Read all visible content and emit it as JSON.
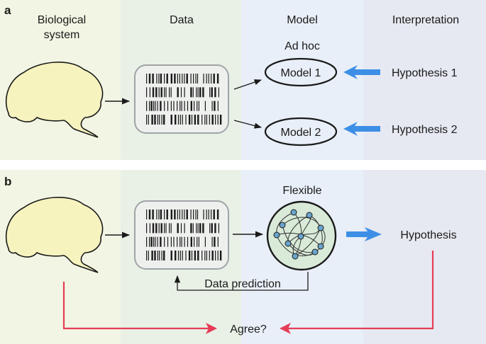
{
  "colors": {
    "bg_bio": "#f2f5e3",
    "bg_data": "#e9f1e6",
    "bg_model": "#e9eff8",
    "bg_interp": "#e6e9f2",
    "brain_fill": "#f7f3bf",
    "barcode_box_fill": "#eef0ee",
    "barcode_box_stroke": "#a0a4a6",
    "network_fill": "#d9ead8",
    "node_fill": "#6aa4cc",
    "blue_arrow": "#3d8fe6",
    "red_arrow": "#e63c56"
  },
  "headers": {
    "bio_line1": "Biological",
    "bio_line2": "system",
    "data": "Data",
    "model": "Model",
    "interpretation": "Interpretation"
  },
  "panel_a": {
    "letter": "a",
    "ad_hoc": "Ad hoc",
    "model1": "Model 1",
    "model2": "Model 2",
    "hypothesis1": "Hypothesis 1",
    "hypothesis2": "Hypothesis 2"
  },
  "panel_b": {
    "letter": "b",
    "flexible": "Flexible",
    "hypothesis": "Hypothesis",
    "data_prediction": "Data prediction",
    "agree": "Agree?"
  },
  "icons": [
    "brain-icon",
    "barcode-data-icon",
    "network-icon",
    "blue-arrow-icon",
    "red-arrow-icon"
  ]
}
